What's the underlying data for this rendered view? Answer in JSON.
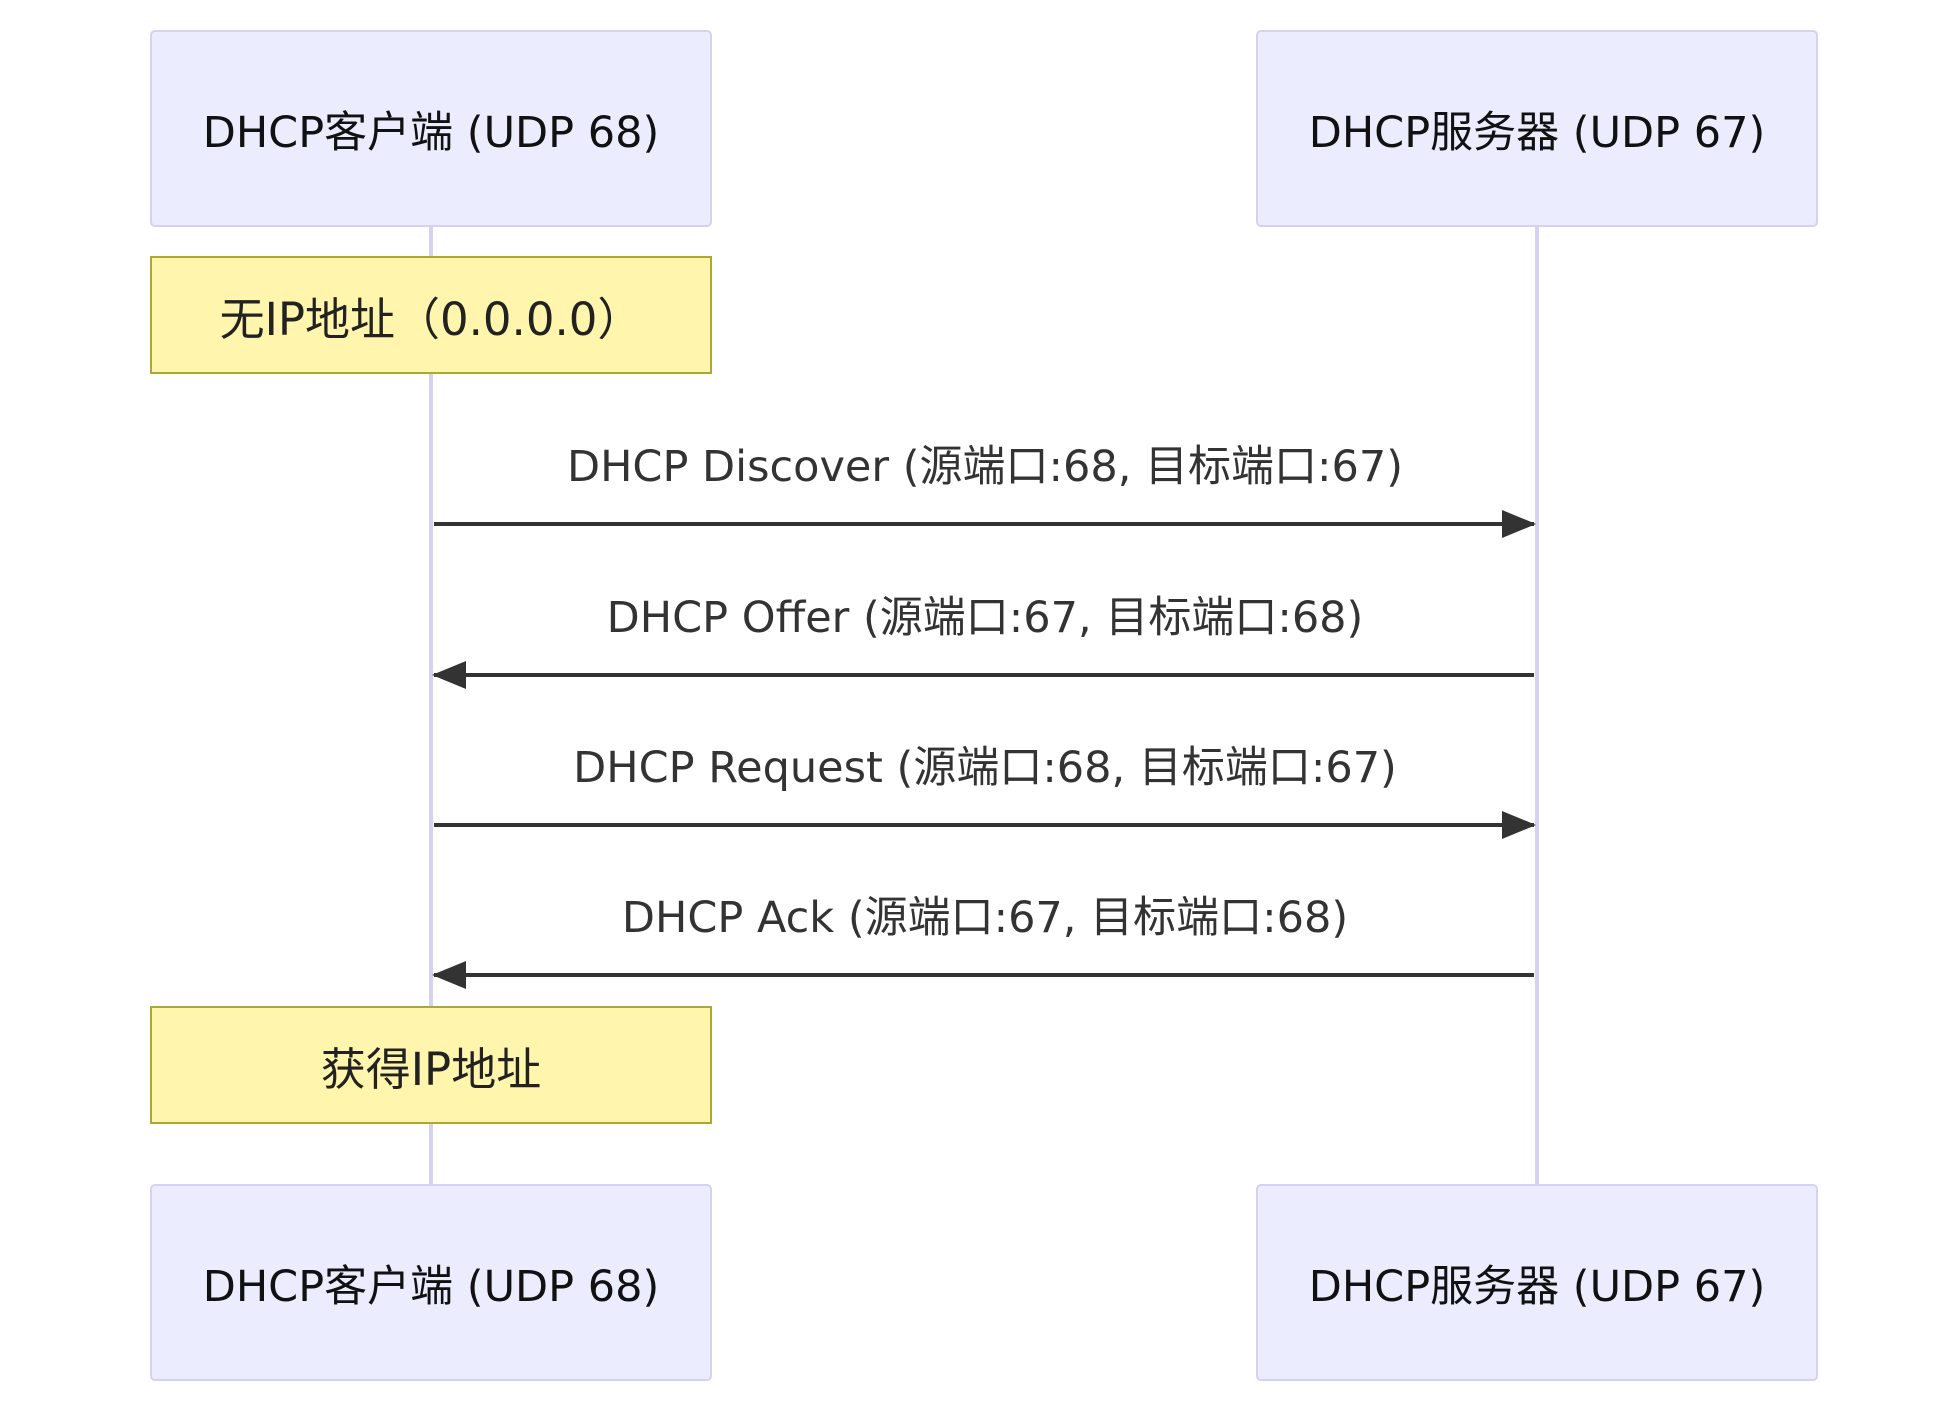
{
  "participants": {
    "client": "DHCP客户端 (UDP 68)",
    "server": "DHCP服务器 (UDP 67)"
  },
  "notes": {
    "no_ip": "无IP地址（0.0.0.0）",
    "got_ip": "获得IP地址"
  },
  "messages": [
    {
      "from": "client",
      "to": "server",
      "label": "DHCP Discover (源端口:68, 目标端口:67)"
    },
    {
      "from": "server",
      "to": "client",
      "label": "DHCP Offer (源端口:67, 目标端口:68)"
    },
    {
      "from": "client",
      "to": "server",
      "label": "DHCP Request (源端口:68, 目标端口:67)"
    },
    {
      "from": "server",
      "to": "client",
      "label": "DHCP Ack (源端口:67, 目标端口:68)"
    }
  ],
  "colors": {
    "actor_fill": "#ececff",
    "actor_border": "#d6d1f2",
    "note_fill": "#fff5ad",
    "note_border": "#aaaa33",
    "arrow": "#333333"
  }
}
